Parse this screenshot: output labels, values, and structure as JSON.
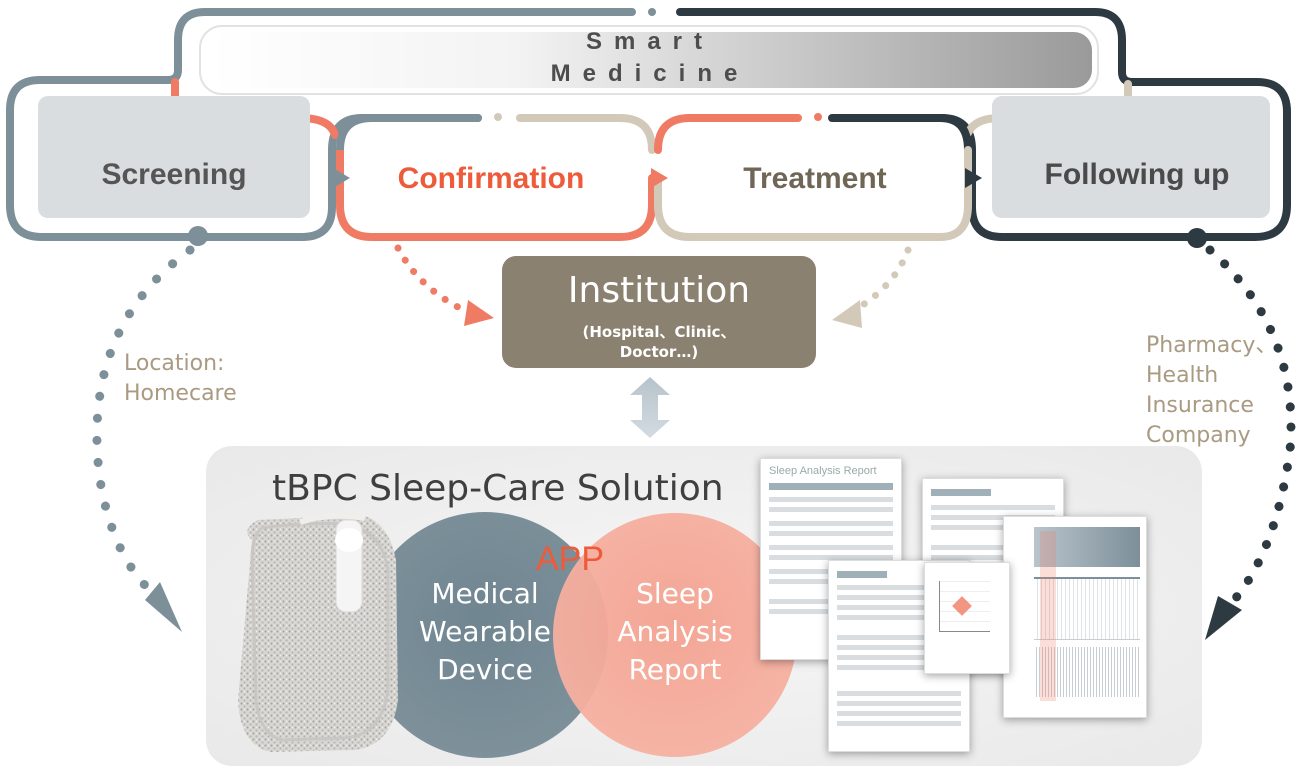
{
  "header": {
    "line1": "Smart",
    "line2": "Medicine"
  },
  "stages": {
    "screening": "Screening",
    "confirmation": "Confirmation",
    "treatment": "Treatment",
    "following_up": "Following up"
  },
  "institution": {
    "title": "Institution",
    "subtitle_line1": "(Hospital、Clinic、",
    "subtitle_line2": "Doctor…)"
  },
  "left_note": "Location:\nHomecare",
  "right_note": "Pharmacy、\nHealth\nInsurance\nCompany",
  "solution": {
    "title": "tBPC Sleep-Care Solution",
    "app_label": "APP",
    "device_circle": "Medical\nWearable\nDevice",
    "report_circle": "Sleep\nAnalysis\nReport"
  },
  "report_header_text": "Sleep Analysis Report",
  "colors": {
    "gray_blue": "#7d8f99",
    "dark_navy": "#2e3a42",
    "coral": "#f07b64",
    "taupe": "#8b8170",
    "beige": "#d2c9b9",
    "confirmation_text": "#ee5b3b",
    "stage_text": "#555555",
    "treatment_text": "#6f6655"
  }
}
